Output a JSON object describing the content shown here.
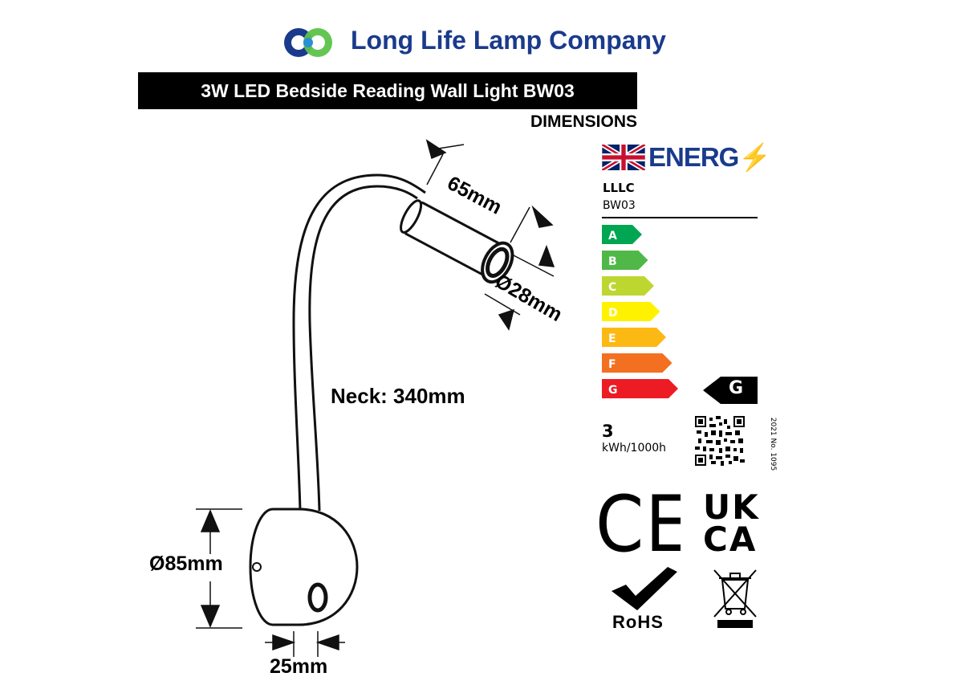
{
  "brand": {
    "name": "Long Life Lamp Company"
  },
  "product": {
    "title": "3W LED Bedside Reading Wall Light BW03"
  },
  "section_heading": "DIMENSIONS",
  "dimensions": {
    "head_length": "65mm",
    "head_diameter": "Ø28mm",
    "neck_length": "Neck: 340mm",
    "base_diameter": "Ø85mm",
    "base_depth": "25mm"
  },
  "energy_label": {
    "energ_text": "ENERG",
    "supplier": "LLLC",
    "model": "BW03",
    "classes": [
      "A",
      "B",
      "C",
      "D",
      "E",
      "F",
      "G"
    ],
    "class_colors": [
      "#00a651",
      "#50b848",
      "#bed630",
      "#fff200",
      "#fdb913",
      "#f37021",
      "#ed1c24"
    ],
    "rating": "G",
    "consumption": "3",
    "consumption_unit": "kWh/1000h",
    "regulation": "2021 No. 1095"
  },
  "certifications": {
    "ce": "CE",
    "ukca_line1": "UK",
    "ukca_line2": "CA",
    "rohs": "RoHS"
  },
  "icons": [
    "logo-circles-icon",
    "uk-flag-icon",
    "qr-code-icon",
    "ce-mark-icon",
    "ukca-mark-icon",
    "rohs-check-icon",
    "weee-bin-icon"
  ]
}
